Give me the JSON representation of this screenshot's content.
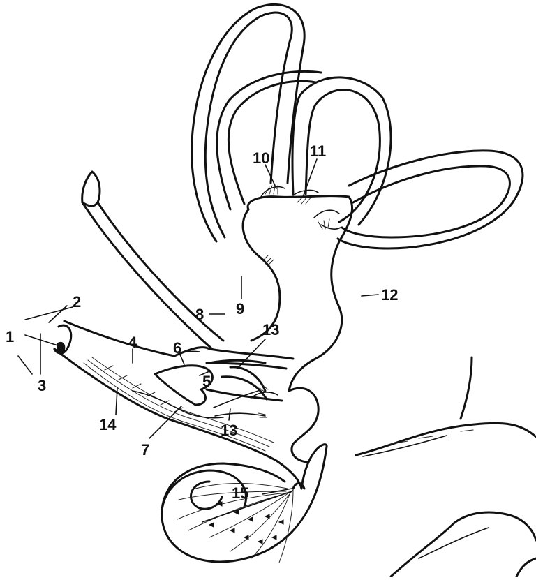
{
  "labels": [
    "1",
    "2",
    "3",
    "4",
    "5",
    "6",
    "7",
    "8",
    "9",
    "10",
    "11",
    "12",
    "13",
    "13",
    "14",
    "15"
  ],
  "colors": {
    "ink": "#111111",
    "paper": "#ffffff"
  }
}
